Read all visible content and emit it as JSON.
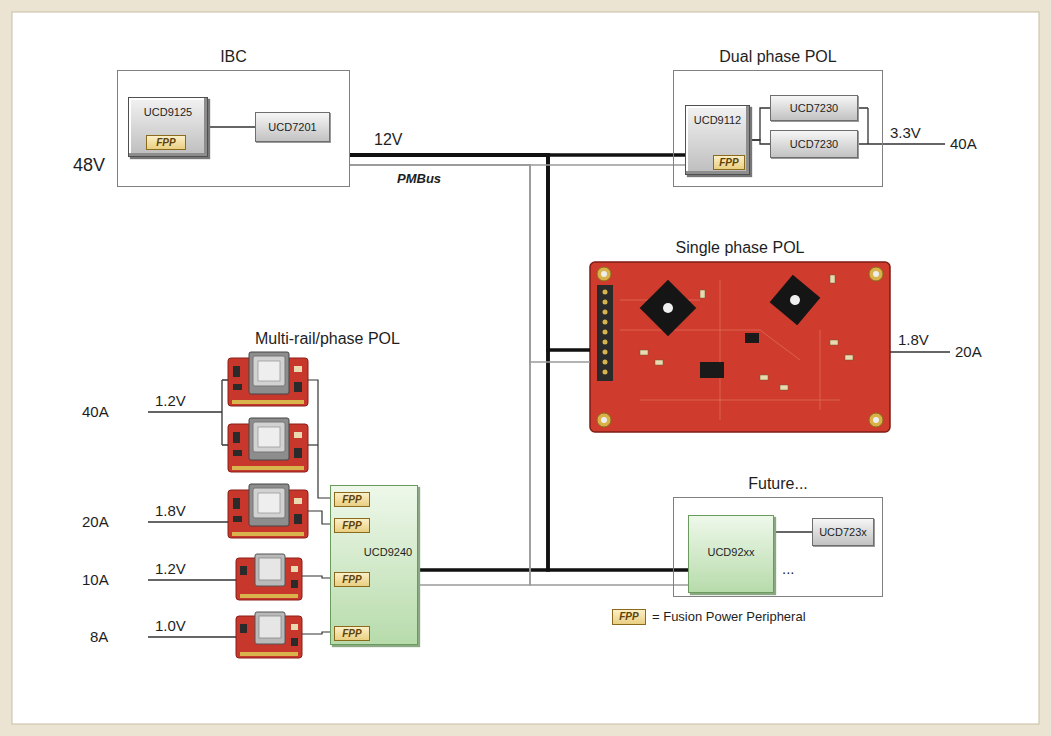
{
  "diagram": {
    "nodes": [
      {
        "text": [
          "IBC"
        ]
      },
      {
        "text": [
          "UCD9125"
        ],
        "in": 0
      },
      {
        "text": [
          "FPP"
        ],
        "in": 1
      },
      {
        "text": [
          "UCD7201"
        ],
        "in": 0
      },
      {
        "text": [
          "Dual phase POL"
        ]
      },
      {
        "text": [
          "UCD9112"
        ],
        "in": 4
      },
      {
        "text": [
          "FPP"
        ],
        "in": 5
      },
      {
        "text": [
          "UCD7230"
        ],
        "in": 4
      },
      {
        "text": [
          "UCD7230"
        ],
        "in": 4
      },
      {
        "text": [
          "Single phase POL"
        ]
      },
      {
        "text": [
          "UCD9240"
        ]
      },
      {
        "text": [
          "FPP"
        ],
        "in": 10
      },
      {
        "text": [
          "FPP"
        ],
        "in": 10
      },
      {
        "text": [
          "FPP"
        ],
        "in": 10
      },
      {
        "text": [
          "FPP"
        ],
        "in": 10
      },
      {
        "text": [
          "Future..."
        ]
      },
      {
        "text": [
          "UCD92xx"
        ],
        "in": 15
      },
      {
        "text": [
          "UCD723x"
        ],
        "in": 15
      },
      {
        "text": [
          "FPP"
        ]
      }
    ],
    "edges": [
      {
        "from": 1,
        "to": 3,
        "arrow": "none"
      },
      {
        "from": 5,
        "to": 7,
        "arrow": "none"
      },
      {
        "from": 5,
        "to": 8,
        "arrow": "none"
      },
      {
        "from": 0,
        "to": 5,
        "label": "12V",
        "arrow": "none"
      },
      {
        "from": 0,
        "to": 9,
        "arrow": "none"
      },
      {
        "from": 0,
        "to": 10,
        "arrow": "none"
      },
      {
        "from": 0,
        "to": 16,
        "arrow": "none"
      },
      {
        "from": 0,
        "to": 5,
        "label": "PMBus",
        "arrow": "none"
      },
      {
        "from": 0,
        "to": 9,
        "arrow": "none"
      },
      {
        "from": 0,
        "to": 10,
        "arrow": "none"
      },
      {
        "from": 0,
        "to": 16,
        "arrow": "none"
      },
      {
        "from": 16,
        "to": 17,
        "arrow": "none"
      }
    ],
    "labels": [
      "48V",
      "3.3V",
      "40A",
      "Multi-rail/phase POL",
      "1.8V",
      "20A",
      "40A",
      "1.2V",
      "20A",
      "1.8V",
      "10A",
      "1.2V",
      "8A",
      "1.0V",
      "...",
      "= Fusion Power Peripheral"
    ]
  }
}
